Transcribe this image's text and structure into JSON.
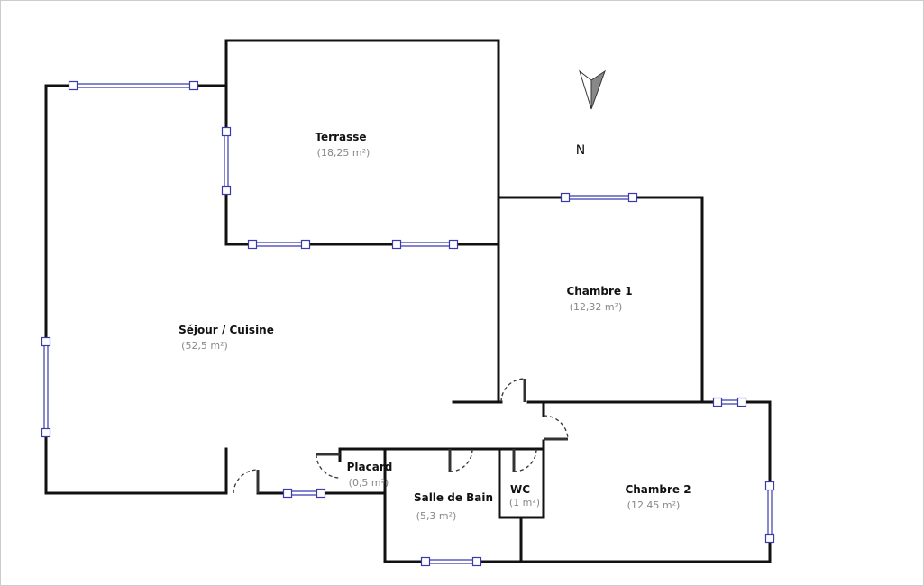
{
  "compass": {
    "label": "N"
  },
  "rooms": [
    {
      "name": "Terrasse",
      "area": "(18,25 m²)"
    },
    {
      "name": "Chambre 1",
      "area": "(12,32 m²)"
    },
    {
      "name": "Séjour / Cuisine",
      "area": "(52,5 m²)"
    },
    {
      "name": "Placard",
      "area": "(0,5 m²)"
    },
    {
      "name": "Salle de Bain",
      "area": "(5,3 m²)"
    },
    {
      "name": "WC",
      "area": "(1 m²)"
    },
    {
      "name": "Chambre 2",
      "area": "(12,45 m²)"
    }
  ],
  "colors": {
    "wall": "#111111",
    "window": "#3a3ab0"
  }
}
